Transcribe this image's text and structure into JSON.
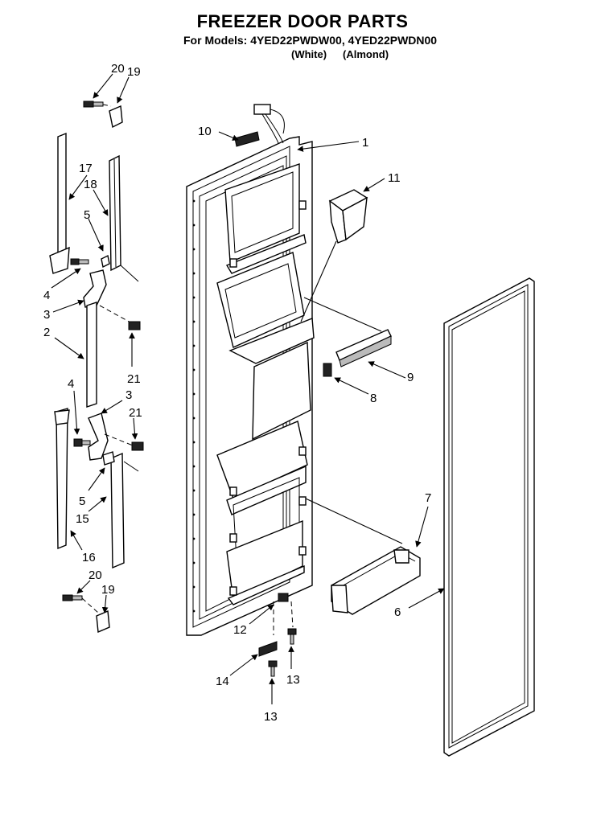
{
  "header": {
    "title": "FREEZER DOOR PARTS",
    "models_line": "For Models: 4YED22PWDW00, 4YED22PWDN00",
    "variant_white": "(White)",
    "variant_almond": "(Almond)"
  },
  "callouts": {
    "c1": "1",
    "c2": "2",
    "c3a": "3",
    "c3b": "3",
    "c4a": "4",
    "c4b": "4",
    "c5a": "5",
    "c5b": "5",
    "c6": "6",
    "c7": "7",
    "c8": "8",
    "c9": "9",
    "c10": "10",
    "c11": "11",
    "c12": "12",
    "c13a": "13",
    "c13b": "13",
    "c14": "14",
    "c15": "15",
    "c16": "16",
    "c17": "17",
    "c18": "18",
    "c19a": "19",
    "c19b": "19",
    "c20a": "20",
    "c20b": "20",
    "c21a": "21",
    "c21b": "21"
  }
}
